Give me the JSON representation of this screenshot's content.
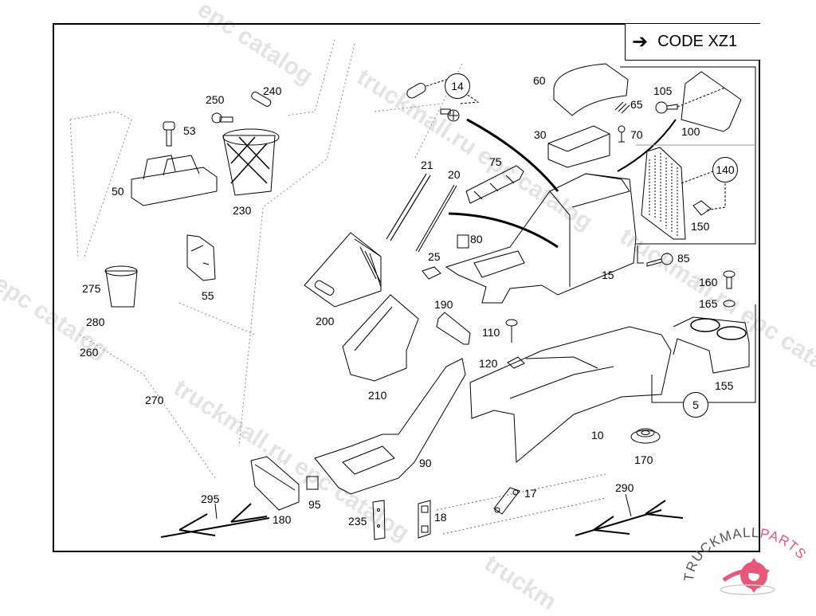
{
  "diagram": {
    "code_label": "CODE XZ1",
    "code_arrow_icon": "right-arrow-icon",
    "callouts": {
      "c14": "14",
      "c140": "140",
      "c5": "5"
    },
    "parts": {
      "p240": "240",
      "p250": "250",
      "p53": "53",
      "p50": "50",
      "p230": "230",
      "p14": "14",
      "p60": "60",
      "p65": "65",
      "p70": "70",
      "p30": "30",
      "p105": "105",
      "p100": "100",
      "p21": "21",
      "p20": "20",
      "p75": "75",
      "p140": "140",
      "p150": "150",
      "p80": "80",
      "p25": "25",
      "p15": "15",
      "p85": "85",
      "p275": "275",
      "p55": "55",
      "p200": "200",
      "p190": "190",
      "p160": "160",
      "p165": "165",
      "p280": "280",
      "p110": "110",
      "p260": "260",
      "p210": "210",
      "p120": "120",
      "p155": "155",
      "p270": "270",
      "p5": "5",
      "p10": "10",
      "p170": "170",
      "p90": "90",
      "p295": "295",
      "p290": "290",
      "p95": "95",
      "p180": "180",
      "p17": "17",
      "p235": "235",
      "p18": "18"
    },
    "watermarks": [
      "epc catalog",
      "truckmall.ru epc catalog",
      "truckmall.ru epc catalog",
      "truckmall.ru epc catalog",
      "l epc catalog",
      "truckmall.ru epc catalog",
      "truckm"
    ],
    "logo": {
      "text_dark": "TRUCKMALL",
      "text_accent": "PARTS",
      "accent_color": "#e8577a",
      "icon": "gear-icon"
    }
  }
}
